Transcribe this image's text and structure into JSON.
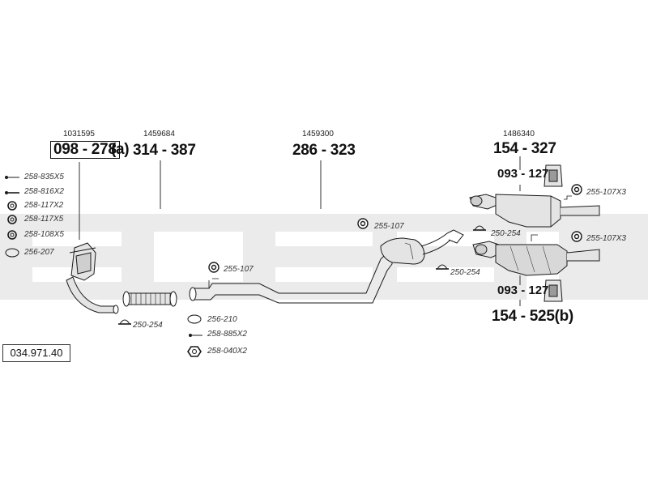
{
  "diagram_id": "034.971.40",
  "parts": {
    "p1": {
      "ref": "1031595",
      "number": "098 - 278",
      "suffix": "(a)"
    },
    "p2": {
      "ref": "1459684",
      "number": "314 - 387"
    },
    "p3": {
      "ref": "1459300",
      "number": "286 - 323"
    },
    "p4": {
      "ref": "1486340",
      "number": "154 - 327"
    },
    "p5": {
      "number": "154 - 525(b)"
    }
  },
  "hangers": {
    "upper": "093 - 127",
    "lower": "093 - 127"
  },
  "left_list": [
    "258-835X5",
    "258-816X2",
    "258-117X2",
    "258-117X5",
    "258-108X5",
    "256-207"
  ],
  "small_parts": {
    "a": "255-107",
    "b": "255-107",
    "c": "255-107X3",
    "d": "255-107X3",
    "e": "250-254",
    "f": "250-254",
    "g": "250-254",
    "h": "256-210",
    "i": "258-885X2",
    "j": "258-040X2"
  },
  "colors": {
    "line": "#1a1a1a",
    "watermark": "#ebebeb",
    "part_fill": "#e4e4e4",
    "part_dark": "#9a9a9a"
  },
  "watermark_text": "bosal"
}
